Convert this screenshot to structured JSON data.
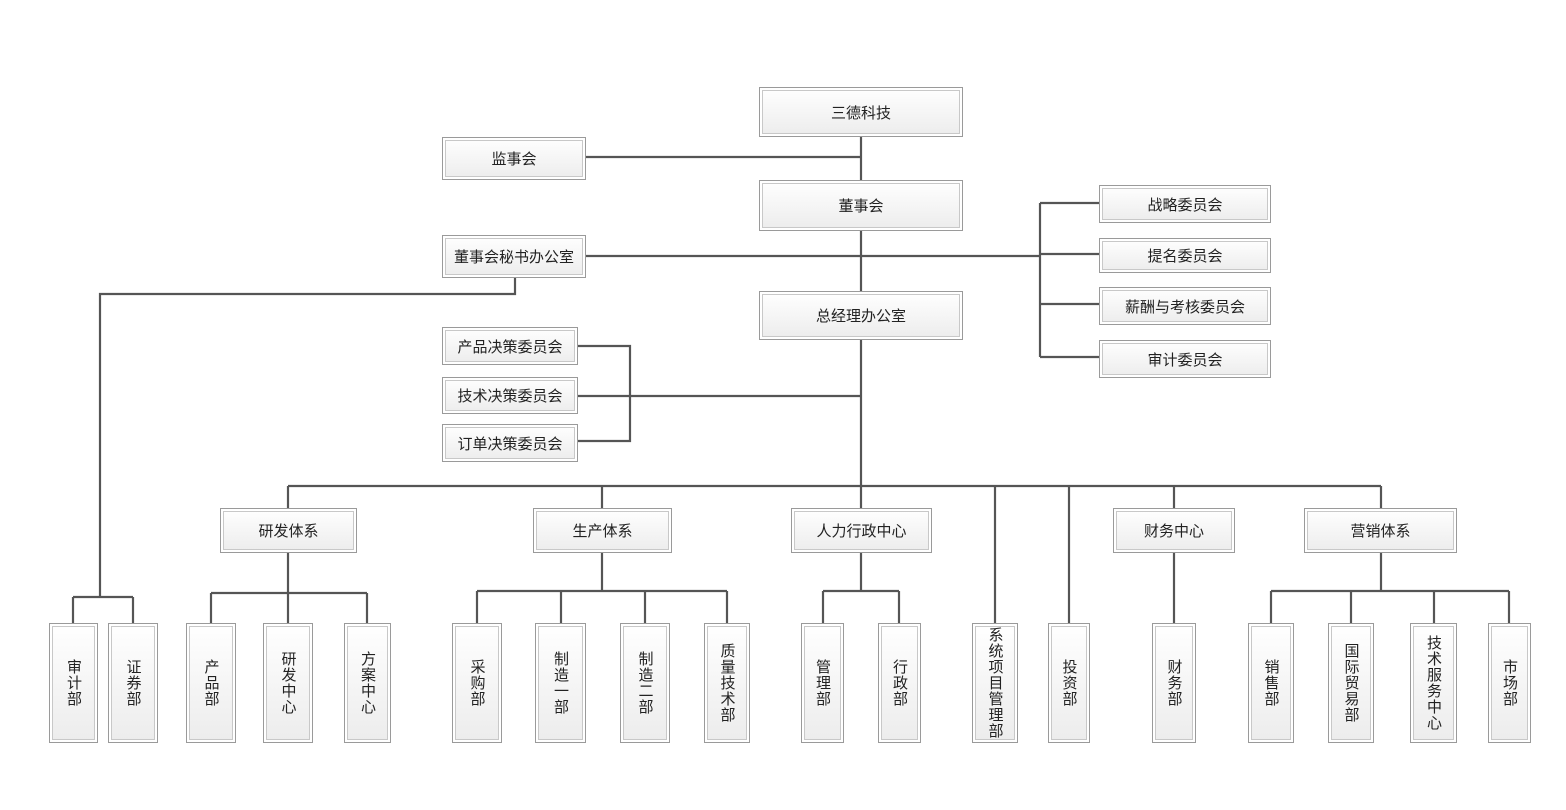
{
  "nodes": {
    "root": "三德科技",
    "supervisory": "监事会",
    "board": "董事会",
    "board_secretary": "董事会秘书办公室",
    "gm_office": "总经理办公室",
    "strategy": "战略委员会",
    "nomination": "提名委员会",
    "compensation": "薪酬与考核委员会",
    "audit_committee": "审计委员会",
    "product_decision": "产品决策委员会",
    "tech_decision": "技术决策委员会",
    "order_decision": "订单决策委员会",
    "rd_system": "研发体系",
    "production_system": "生产体系",
    "hr_admin": "人力行政中心",
    "finance_center": "财务中心",
    "marketing_system": "营销体系",
    "audit_dept": "审计部",
    "securities_dept": "证券部",
    "product_dept": "产品部",
    "rd_center": "研发中心",
    "solution_center": "方案中心",
    "purchasing": "采购部",
    "manufacturing_1": "制造一部",
    "manufacturing_2": "制造二部",
    "quality_tech": "质量技术部",
    "management_dept": "管理部",
    "admin_dept": "行政部",
    "system_project": "系统项目管理部",
    "investment": "投资部",
    "finance_dept": "财务部",
    "sales": "销售部",
    "intl_trade": "国际贸易部",
    "tech_service": "技术服务中心",
    "marketing_dept": "市场部"
  }
}
